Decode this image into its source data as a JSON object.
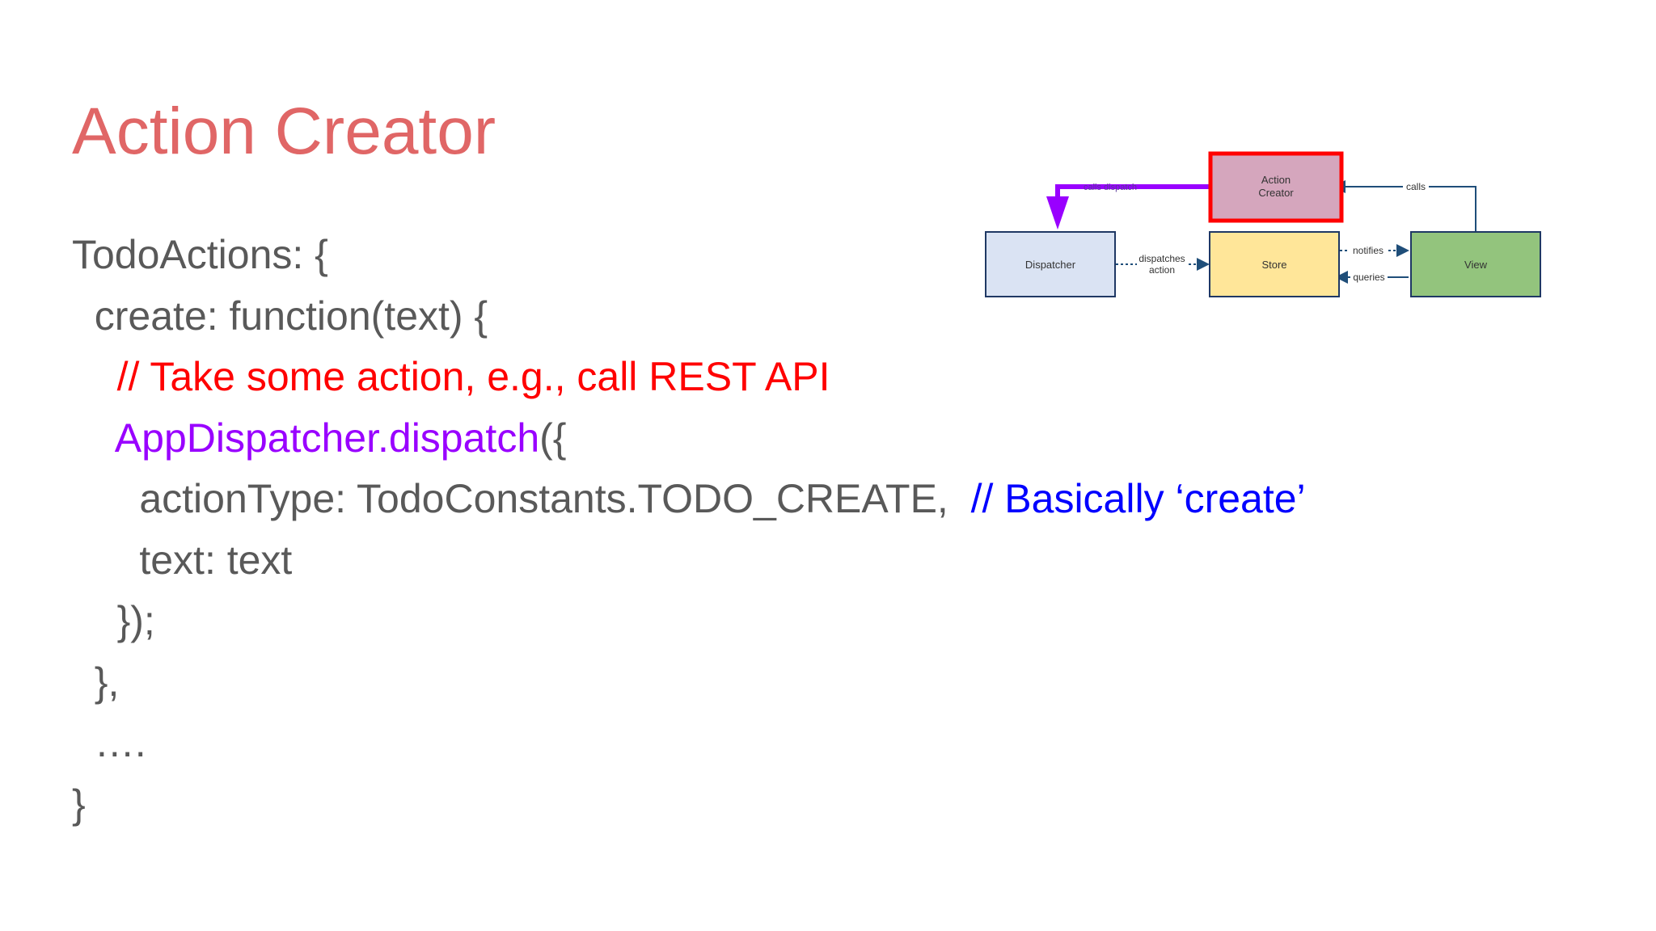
{
  "slide": {
    "title": "Action Creator",
    "code_lines": [
      {
        "parts": [
          {
            "text": "TodoActions: {",
            "kind": "plain"
          }
        ]
      },
      {
        "parts": [
          {
            "text": "  create: function(text) {",
            "kind": "plain"
          }
        ]
      },
      {
        "parts": [
          {
            "text": "    // Take some action, e.g., call REST API",
            "kind": "comment-red"
          }
        ]
      },
      {
        "parts": [
          {
            "text": "    AppDispatcher.dispatch",
            "kind": "purple"
          },
          {
            "text": "({",
            "kind": "plain"
          }
        ]
      },
      {
        "parts": [
          {
            "text": "      actionType: TodoConstants.TODO_CREATE,  ",
            "kind": "plain"
          },
          {
            "text": "// Basically ‘create’",
            "kind": "comment-blue"
          }
        ]
      },
      {
        "parts": [
          {
            "text": "      text: text",
            "kind": "plain"
          }
        ]
      },
      {
        "parts": [
          {
            "text": "    });",
            "kind": "plain"
          }
        ]
      },
      {
        "parts": [
          {
            "text": "  },",
            "kind": "plain"
          }
        ]
      },
      {
        "parts": [
          {
            "text": "  ….",
            "kind": "plain"
          }
        ]
      },
      {
        "parts": [
          {
            "text": "}",
            "kind": "plain"
          }
        ]
      }
    ]
  },
  "diagram": {
    "nodes": {
      "action_creator": {
        "line1": "Action",
        "line2": "Creator",
        "fill": "#d5a6bd",
        "border": "#ff0000"
      },
      "dispatcher": {
        "label": "Dispatcher",
        "fill": "#dae3f3",
        "border": "#1f3864"
      },
      "store": {
        "label": "Store",
        "fill": "#ffe699",
        "border": "#1f3864"
      },
      "view": {
        "label": "View",
        "fill": "#93c47d",
        "border": "#1f3864"
      }
    },
    "edges": {
      "calls_dispatch": "calls dispatch",
      "dispatches_line1": "dispatches",
      "dispatches_line2": "action",
      "notifies": "notifies",
      "queries": "queries",
      "calls": "calls"
    },
    "colors": {
      "highlight_arrow": "#9900ff",
      "edge": "#1f4e79",
      "title": "#e06666",
      "code": "#595959",
      "comment_red": "#ff0000",
      "keyword_purple": "#9900ff",
      "comment_blue": "#0000ff"
    }
  }
}
